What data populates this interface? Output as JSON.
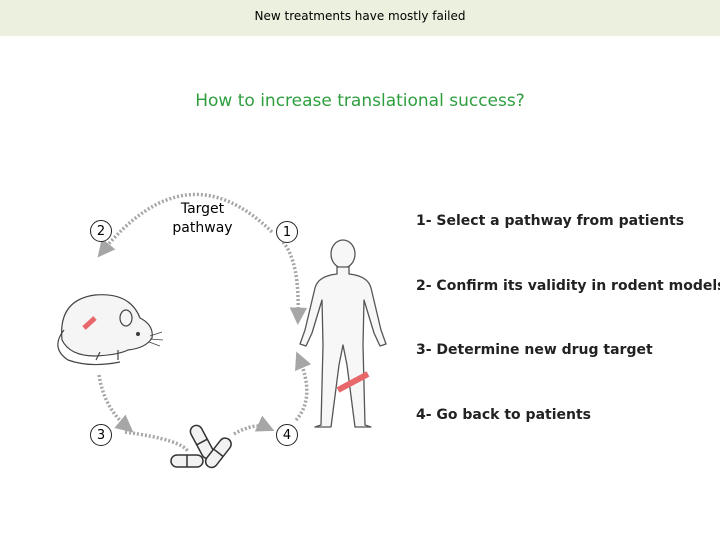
{
  "header": {
    "banner": "New treatments have mostly failed"
  },
  "title": "How to increase translational success?",
  "cycle": {
    "target_label_line1": "Target",
    "target_label_line2": "pathway",
    "nodes": [
      "1",
      "2",
      "3",
      "4"
    ]
  },
  "steps": [
    "1- Select a pathway from patients",
    "2- Confirm its validity in rodent models",
    "3- Determine new drug target",
    "4- Go back to patients"
  ],
  "colors": {
    "banner_bg": "#ebf1de",
    "title": "#2e9e3e",
    "arrow": "#a6a6a6",
    "highlight": "#e8676b"
  },
  "icons": [
    "rodent-icon",
    "pills-icon",
    "human-figure-icon"
  ]
}
